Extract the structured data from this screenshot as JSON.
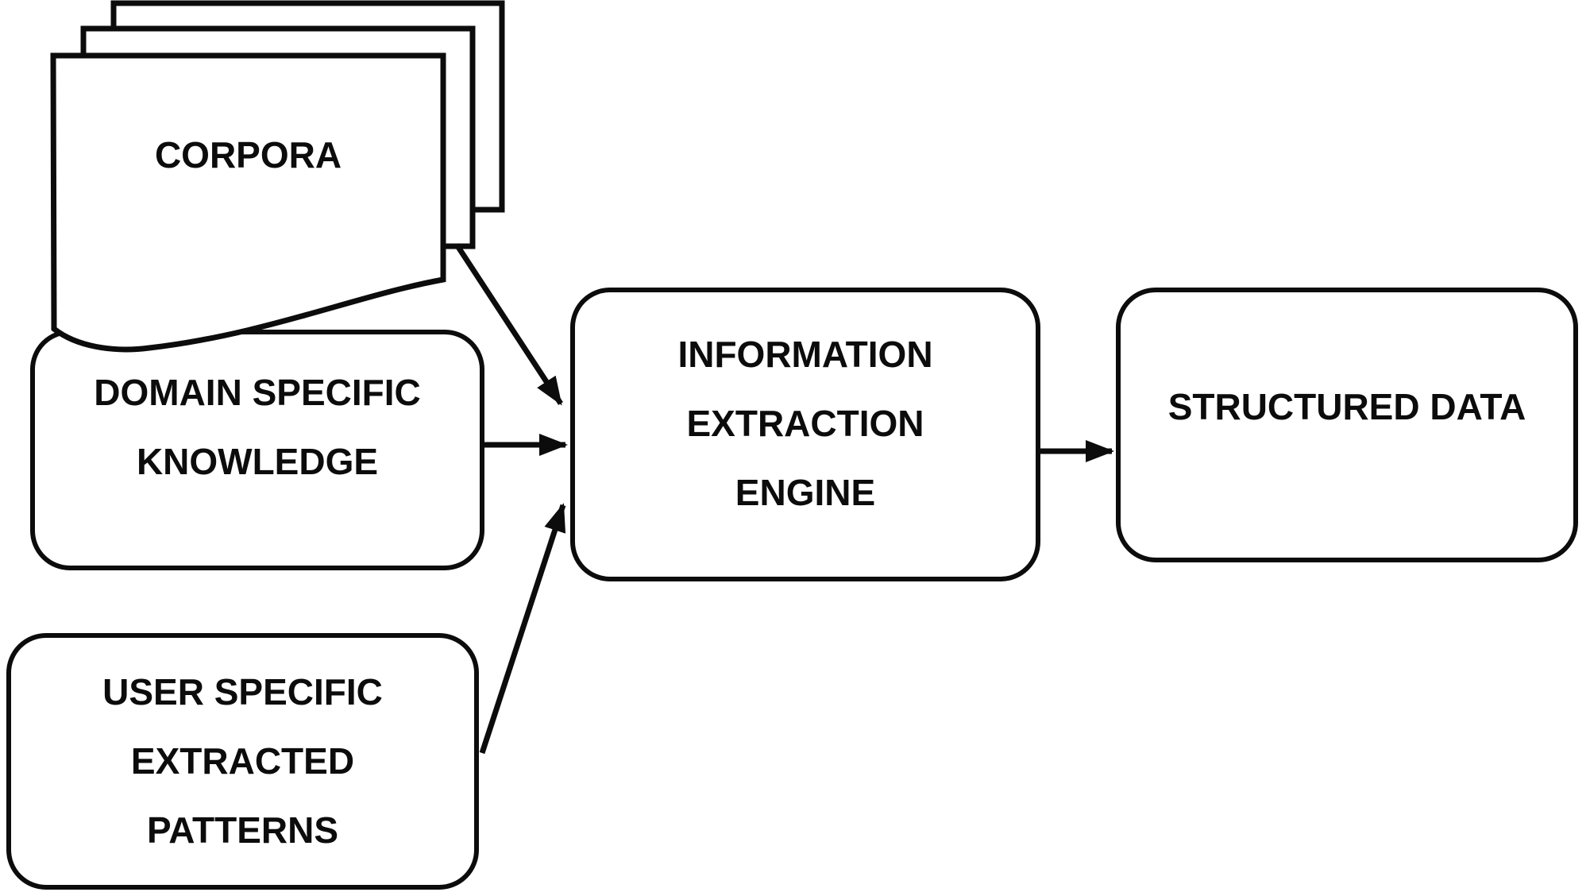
{
  "diagram": {
    "background_color": "#ffffff",
    "ink_color": "#0c0c0c",
    "nodes": {
      "corpora": {
        "label": "CORPORA",
        "shape": "document-stack",
        "page_count": 3
      },
      "domain_knowledge": {
        "lines": [
          "DOMAIN SPECIFIC",
          "KNOWLEDGE"
        ],
        "shape": "rounded-rectangle"
      },
      "user_patterns": {
        "lines": [
          "USER SPECIFIC",
          "EXTRACTED",
          "PATTERNS"
        ],
        "shape": "rounded-rectangle"
      },
      "engine": {
        "lines": [
          "INFORMATION",
          "EXTRACTION",
          "ENGINE"
        ],
        "shape": "rounded-rectangle"
      },
      "structured_data": {
        "label": "STRUCTURED DATA",
        "shape": "rounded-rectangle"
      }
    },
    "edges": [
      {
        "from": "corpora",
        "to": "engine"
      },
      {
        "from": "domain_knowledge",
        "to": "engine"
      },
      {
        "from": "user_patterns",
        "to": "engine"
      },
      {
        "from": "engine",
        "to": "structured_data"
      }
    ]
  }
}
